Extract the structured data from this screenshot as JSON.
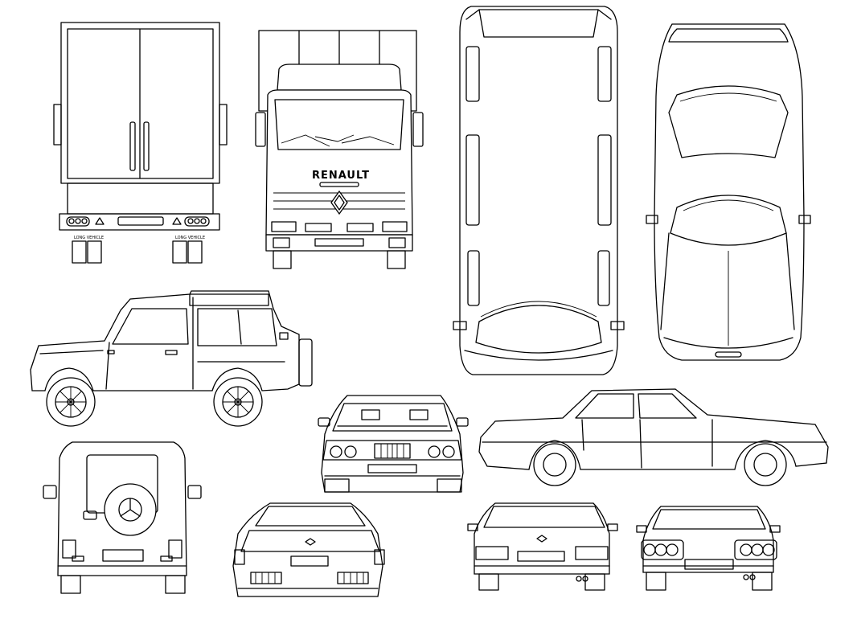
{
  "sheet": {
    "background": "#ffffff",
    "line_color": "#000000"
  },
  "labels": {
    "truck_brand": "RENAULT",
    "trailer_plate_left": "LONG VEHICLE",
    "trailer_plate_right": "LONG VEHICLE"
  },
  "drawings": [
    "truck-trailer-rear-view",
    "renault-truck-front-view",
    "stretched-car-top-view",
    "sports-car-top-view",
    "suv-side-view",
    "sedan-front-view",
    "sedan-side-view",
    "suv-rear-view",
    "sports-car-front-view",
    "sedan-rear-view",
    "sports-car-rear-view"
  ]
}
